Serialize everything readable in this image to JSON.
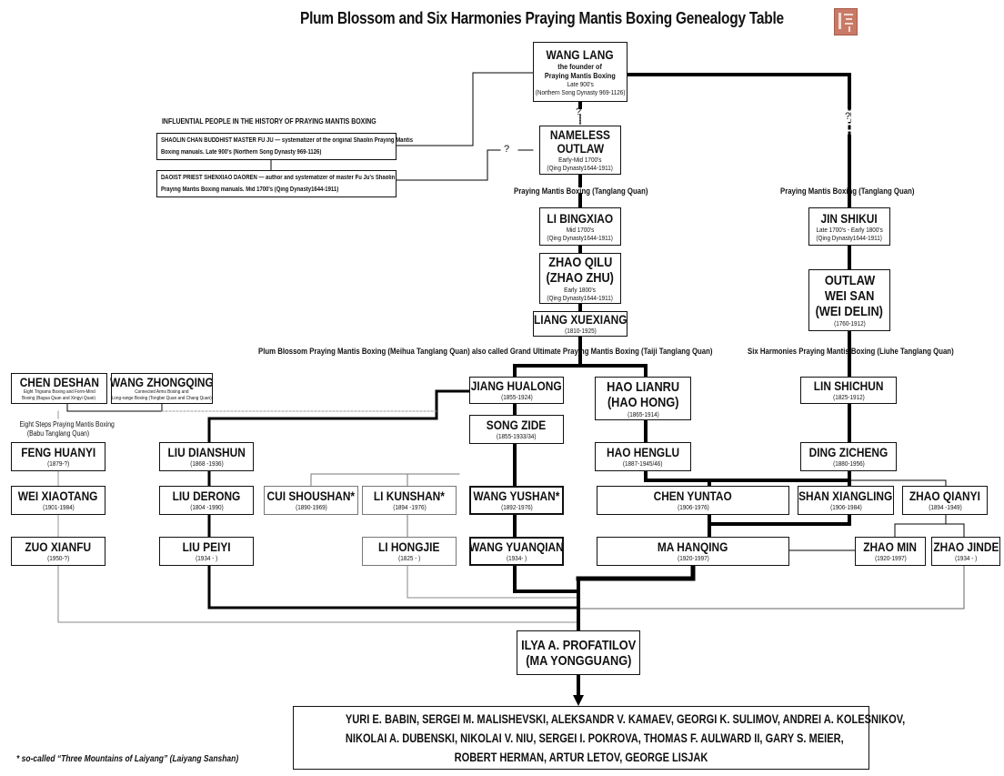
{
  "title": "Plum Blossom and Six Harmonies Praying Mantis Boxing Genealogy Table",
  "seal_icon": "red-seal-stamp",
  "influential": {
    "heading": "INFLUENTIAL PEOPLE IN THE HISTORY OF PRAYING MANTIS BOXING",
    "items": [
      {
        "line1": "SHAOLIN CHAN BUDDHIST MASTER FU JU — systematizer of the original Shaolin Praying Mantis",
        "line2": "Boxing manuals. Late 900's (Northern Song Dynasty 969-1126)"
      },
      {
        "line1": "DAOIST PRIEST SHENXIAO DAOREN — author and systematizer of master Fu Ju's Shaolin",
        "line2": "Praying Mantis Boxing manuals. Mid 1700's (Qing Dynasty1644-1911)"
      }
    ]
  },
  "unknown_marker": "?",
  "people": {
    "wang_lang": {
      "name": "WANG LANG",
      "desc1": "the founder of",
      "desc2": "Praying Mantis Boxing",
      "date1": "Late 900's",
      "date2": "(Northern Song Dynasty 969-1126)"
    },
    "nameless_outlaw": {
      "name1": "NAMELESS",
      "name2": "OUTLAW",
      "date1": "Early-Mid 1700's",
      "date2": "(Qing Dynasty1644-1911)"
    },
    "li_bingxiao": {
      "name": "LI BINGXIAO",
      "date1": "Mid 1700's",
      "date2": "(Qing Dynasty1644-1911)"
    },
    "zhao_qilu": {
      "name1": "ZHAO QILU",
      "name2": "(ZHAO ZHU)",
      "date1": "Early 1800's",
      "date2": "(Qing Dynasty1644-1911)"
    },
    "liang_xuexiang": {
      "name": "LIANG XUEXIANG",
      "date": "(1810-1925)"
    },
    "jin_shikui": {
      "name": "JIN SHIKUI",
      "date1": "Late 1700's - Early 1800's",
      "date2": "(Qing Dynasty1644-1911)"
    },
    "wei_san": {
      "name1": "OUTLAW",
      "name2": "WEI SAN",
      "name3": "(WEI DELIN)",
      "date": "(1760-1912)"
    },
    "chen_deshan": {
      "name": "CHEN DESHAN",
      "desc1": "Eight Trigrams Boxing and Form-Mind",
      "desc2": "Boxing (Bagua Quan and Xingyi Quan)"
    },
    "wang_zhongqing": {
      "name": "WANG ZHONGQING",
      "desc1": "Connected Arms Boxing and",
      "desc2": "Long-range Boxing (Tongbei Quan and Chang Quan)"
    },
    "jiang_hualong": {
      "name": "JIANG HUALONG",
      "date": "(1855-1924)"
    },
    "song_zide": {
      "name": "SONG ZIDE",
      "date": "(1855-1933/34)"
    },
    "hao_lianru": {
      "name1": "HAO LIANRU",
      "name2": "(HAO HONG)",
      "date": "(1865-1914)"
    },
    "hao_henglu": {
      "name": "HAO HENGLU",
      "date": "(1887-1945/46)"
    },
    "lin_shichun": {
      "name": "LIN SHICHUN",
      "date": "(1825-1912)"
    },
    "ding_zicheng": {
      "name": "DING ZICHENG",
      "date": "(1880-1956)"
    },
    "feng_huanyi": {
      "name": "FENG HUANYI",
      "date": "(1879-?)"
    },
    "wei_xiaotang": {
      "name": "WEI XIAOTANG",
      "date": "(1901-1984)"
    },
    "zuo_xianfu": {
      "name": "ZUO XIANFU",
      "date": "(1950-?)"
    },
    "liu_dianshun": {
      "name": "LIU DIANSHUN",
      "date": "(1868 -1936)"
    },
    "liu_derong": {
      "name": "LIU DERONG",
      "date": "(1804 -1990)"
    },
    "liu_peiyi": {
      "name": "LIU PEIYI",
      "date": "(1934 - )"
    },
    "cui_shoushan": {
      "name": "CUI SHOUSHAN*",
      "date": "(1890-1969)"
    },
    "li_kunshan": {
      "name": "LI KUNSHAN*",
      "date": "(1894 -1976)"
    },
    "li_hongjie": {
      "name": "LI HONGJIE",
      "date": "(1825 - )"
    },
    "wang_yushan": {
      "name": "WANG YUSHAN*",
      "date": "(1892-1976)"
    },
    "wang_yuanqian": {
      "name": "WANG YUANQIAN",
      "date": "(1934- )"
    },
    "chen_yuntao": {
      "name": "CHEN YUNTAO",
      "date": "(1906-1976)"
    },
    "shan_xiangling": {
      "name": "SHAN XIANGLING",
      "date": "(1906-1984)"
    },
    "zhao_qianyi": {
      "name": "ZHAO QIANYI",
      "date": "(1894 -1949)"
    },
    "ma_hanqing": {
      "name": "MA HANQING",
      "date": "(1920-1997)"
    },
    "zhao_min": {
      "name": "ZHAO MIN",
      "date": "(1920-1997)"
    },
    "zhao_jinde": {
      "name": "ZHAO JINDE",
      "date": "(1934 - )"
    },
    "ilya": {
      "name1": "ILYA A. PROFATILOV",
      "name2": "(MA YONGGUANG)"
    }
  },
  "style_labels": {
    "tanglang_center": "Praying Mantis Boxing (Tanglang Quan)",
    "tanglang_right": "Praying Mantis Boxing (Tanglang Quan)",
    "plum_blossom": "Plum Blossom Praying Mantis Boxing (Meihua Tanglang Quan) also called Grand Ultimate Praying Mantis Boxing (Taiji Tanglang Quan)",
    "six_harmonies": "Six Harmonies Praying Mantis Boxing (Liuhe Tanglang Quan)",
    "eight_steps_1": "Eight Steps Praying Mantis Boxing",
    "eight_steps_2": "(Babu Tanglang Quan)"
  },
  "students": [
    "YURI E. BABIN,    SERGEI M. MALISHEVSKI,    ALEKSANDR V. KAMAEV,    GEORGI K. SULIMOV,    ANDREI A. KOLESNIKOV,",
    "NIKOLAI A. DUBENSKI,    NIKOLAI V. NIU,    SERGEI I. POKROVA,    THOMAS F. AULWARD II,    GARY S. MEIER,",
    "ROBERT HERMAN,    ARTUR LETOV,    GEORGE LISJAK"
  ],
  "footnote": "* so-called “Three Mountains of Laiyang” (Laiyang Sanshan)"
}
